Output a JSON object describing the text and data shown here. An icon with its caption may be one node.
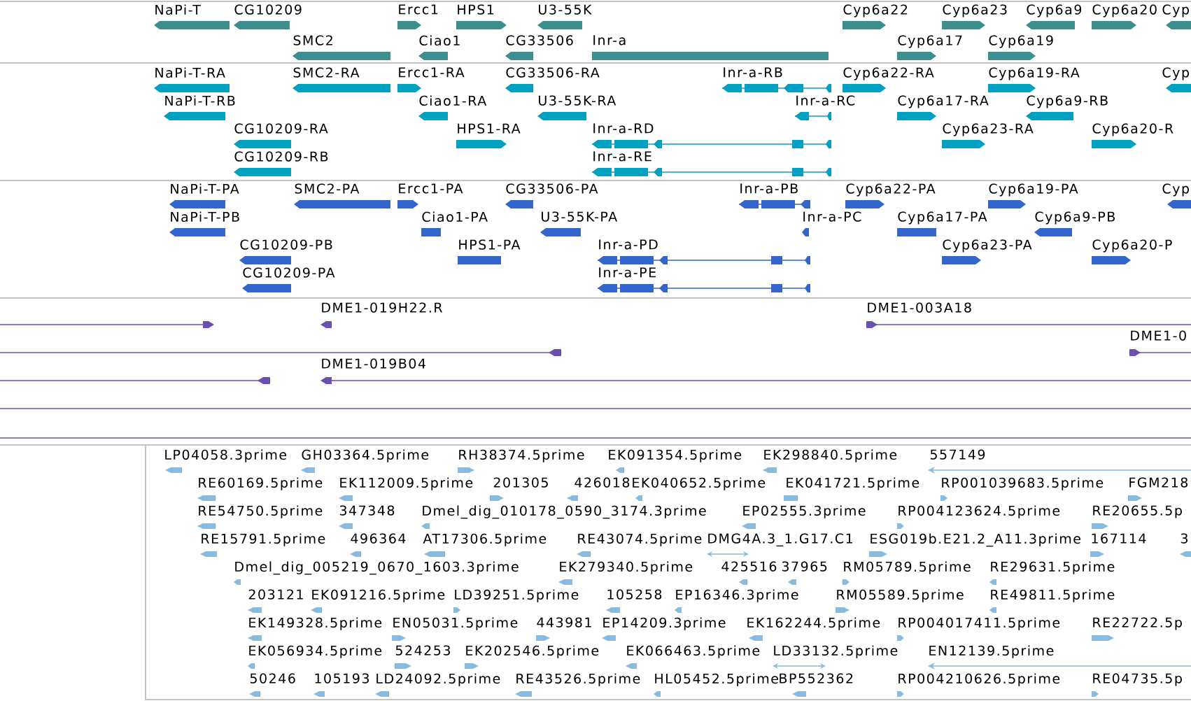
{
  "diagram": {
    "labels": [
      "NaPi-T",
      "CG10209",
      "Ercc1",
      "HPS1",
      "U3-55K",
      "Cyp6a22",
      "Cyp6a23",
      "Cyp6a9",
      "Cyp6a20",
      "Cyp",
      "SMC2",
      "Ciao1",
      "CG33506",
      "Inr-a",
      "Cyp6a17",
      "Cyp6a19",
      "NaPi-T-RA",
      "SMC2-RA",
      "Ercc1-RA",
      "CG33506-RA",
      "Inr-a-RB",
      "Cyp6a22-RA",
      "Cyp6a19-RA",
      "Cyp",
      "NaPi-T-RB",
      "Ciao1-RA",
      "U3-55K-RA",
      "Inr-a-RC",
      "Cyp6a17-RA",
      "Cyp6a9-RB",
      "CG10209-RA",
      "HPS1-RA",
      "Inr-a-RD",
      "Cyp6a23-RA",
      "Cyp6a20-R",
      "CG10209-RB",
      "Inr-a-RE",
      "NaPi-T-PA",
      "SMC2-PA",
      "Ercc1-PA",
      "CG33506-PA",
      "Inr-a-PB",
      "Cyp6a22-PA",
      "Cyp6a19-PA",
      "Cyp",
      "NaPi-T-PB",
      "Ciao1-PA",
      "U3-55K-PA",
      "Inr-a-PC",
      "Cyp6a17-PA",
      "Cyp6a9-PB",
      "CG10209-PB",
      "HPS1-PA",
      "Inr-a-PD",
      "Cyp6a23-PA",
      "Cyp6a20-P",
      "CG10209-PA",
      "Inr-a-PE",
      "DME1-019H22.R",
      "DME1-003A18",
      "DME1-0",
      "DME1-019B04",
      "LP04058.3prime",
      "GH03364.5prime",
      "RH38374.5prime",
      "EK091354.5prime",
      "EK298840.5prime",
      "557149",
      "RE60169.5prime",
      "EK112009.5prime",
      "201305",
      "426018",
      "EK040652.5prime",
      "EK041721.5prime",
      "RP001039683.5prime",
      "FGM218",
      "RE54750.5prime",
      "347348",
      "Dmel_dig_010178_0590_3174.3prime",
      "EP02555.3prime",
      "RP004123624.5prime",
      "RE20655.5p",
      "RE15791.5prime",
      "496364",
      "AT17306.5prime",
      "RE43074.5prime",
      "DMG4A.3_1.G17.C1",
      "ESG019b.E21.2_A11.3prime",
      "167114",
      "3",
      "Dmel_dig_005219_0670_1603.3prime",
      "EK279340.5prime",
      "425516",
      "37965",
      "RM05789.5prime",
      "RE29631.5prime",
      "203121",
      "EK091216.5prime",
      "LD39251.5prime",
      "105258",
      "EP16346.3prime",
      "RM05589.5prime",
      "RE49811.5prime",
      "EK149328.5prime",
      "EN05031.5prime",
      "443981",
      "EP14209.3prime",
      "EK162244.5prime",
      "RP004017411.5prime",
      "RE22722.5p",
      "EK056934.5prime",
      "524253",
      "EK202546.5prime",
      "EK066463.5prime",
      "LD33132.5prime",
      "EN12139.5prime",
      "50246",
      "105193",
      "LD24092.5prime",
      "RE43526.5prime",
      "HL05452.5prime",
      "BP552362",
      "RP004210626.5prime",
      "RE04735.5p"
    ]
  }
}
